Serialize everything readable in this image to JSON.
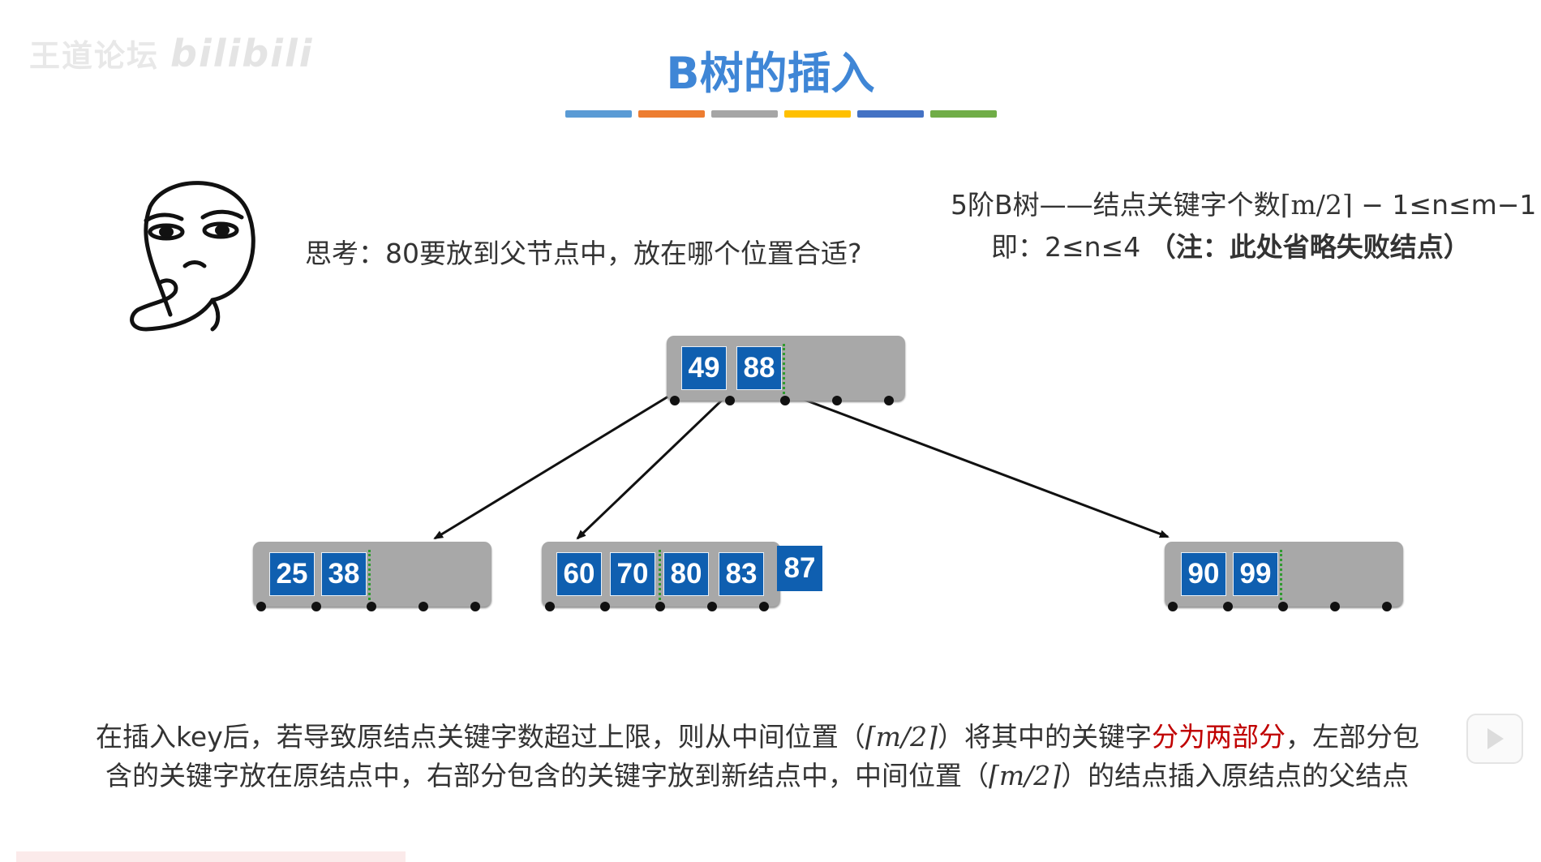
{
  "watermark": {
    "text1": "王道论坛",
    "text2": "bilibili"
  },
  "title": "B树的插入",
  "colors": {
    "bar1": "#5a9bd5",
    "bar2": "#ed7d31",
    "bar3": "#a5a5a5",
    "bar4": "#ffc000",
    "bar5": "#4472c4",
    "bar6": "#70ad47",
    "key": "#0f5fb0",
    "node": "#a8a8a8",
    "accent_red": "#c00000",
    "title": "#3f86d6"
  },
  "question": "思考：80要放到父节点中，放在哪个位置合适?",
  "info": {
    "line1_prefix": "5阶B树——结点关键字个数",
    "line1_ceil": "⌈m/2⌉",
    "line1_suffix": " − 1≤n≤m−1",
    "line2_prefix": "即：2≤n≤4 ",
    "line2_note": "（注：此处省略失败结点）"
  },
  "tree": {
    "root": [
      "49",
      "88"
    ],
    "left": [
      "25",
      "38"
    ],
    "middle": [
      "60",
      "70",
      "80",
      "83"
    ],
    "middle_overflow": "87",
    "right": [
      "90",
      "99"
    ]
  },
  "explain": {
    "l1_a": "在插入key后，若导致原结点关键字数超过上限，则从中间位置（",
    "l1_ceil": "⌈m/2⌉",
    "l1_b": "）将其中的关键字",
    "l1_red": "分为两部分",
    "l1_c": "，左部分包",
    "l2_a": "含的关键字放在原结点中，右部分包含的关键字放到新结点中，中间位置（",
    "l2_ceil": "⌈m/2⌉",
    "l2_b": "）的结点插入原结点的父结点"
  }
}
